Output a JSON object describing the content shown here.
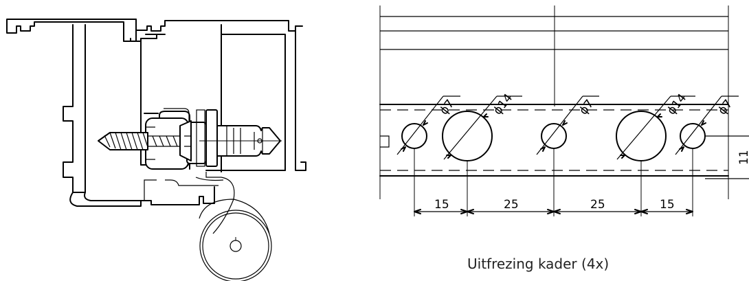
{
  "caption": "Uitfrezing kader (4x)",
  "diameters": [
    "ϕ7",
    "ϕ14",
    "ϕ7",
    "ϕ14",
    "ϕ7"
  ],
  "spacings": [
    "15",
    "25",
    "25",
    "15"
  ],
  "height_dim": "11"
}
